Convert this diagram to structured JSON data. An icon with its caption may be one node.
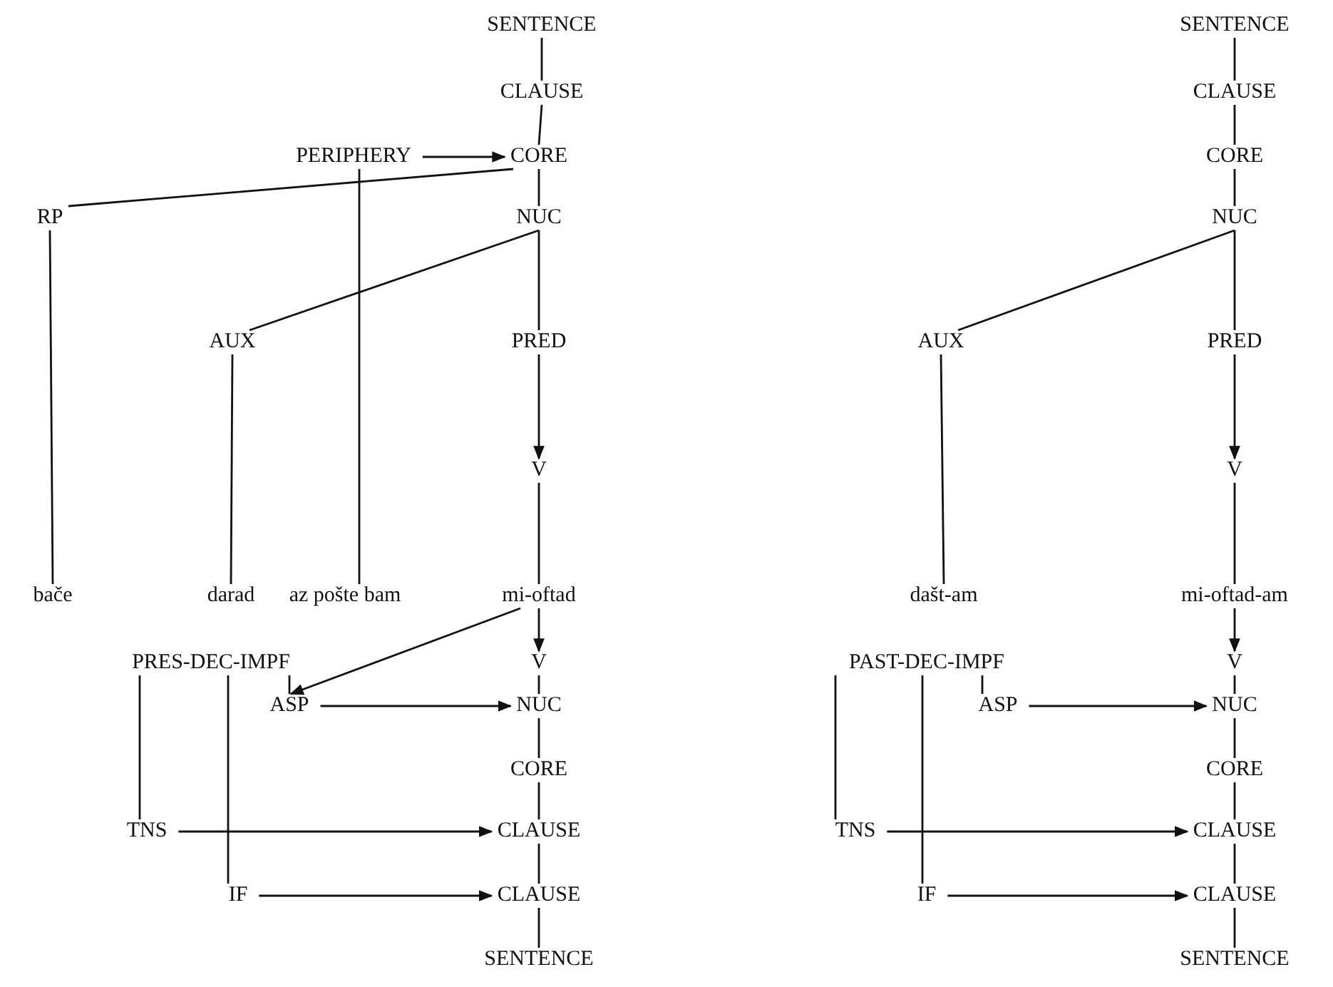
{
  "diagram": {
    "nodes": [
      {
        "text": [
          "SENTENCE"
        ]
      },
      {
        "text": [
          "CLAUSE"
        ]
      },
      {
        "text": [
          "PERIPHERY"
        ]
      },
      {
        "text": [
          "CORE"
        ]
      },
      {
        "text": [
          "RP"
        ]
      },
      {
        "text": [
          "NUC"
        ]
      },
      {
        "text": [
          "AUX"
        ]
      },
      {
        "text": [
          "PRED"
        ]
      },
      {
        "text": [
          "V"
        ]
      },
      {
        "text": [
          "bače"
        ]
      },
      {
        "text": [
          "darad"
        ]
      },
      {
        "text": [
          "az pošte bam"
        ]
      },
      {
        "text": [
          "mi-oftad"
        ]
      },
      {
        "text": [
          "PRES-DEC-IMPF"
        ]
      },
      {
        "text": [
          "V"
        ]
      },
      {
        "text": [
          "ASP"
        ]
      },
      {
        "text": [
          "NUC"
        ]
      },
      {
        "text": [
          "CORE"
        ]
      },
      {
        "text": [
          "TNS"
        ]
      },
      {
        "text": [
          "CLAUSE"
        ]
      },
      {
        "text": [
          "IF"
        ]
      },
      {
        "text": [
          "CLAUSE"
        ]
      },
      {
        "text": [
          "SENTENCE"
        ]
      },
      {
        "text": [
          "SENTENCE"
        ]
      },
      {
        "text": [
          "CLAUSE"
        ]
      },
      {
        "text": [
          "CORE"
        ]
      },
      {
        "text": [
          "NUC"
        ]
      },
      {
        "text": [
          "AUX"
        ]
      },
      {
        "text": [
          "PRED"
        ]
      },
      {
        "text": [
          "V"
        ]
      },
      {
        "text": [
          "dašt-am"
        ]
      },
      {
        "text": [
          "mi-oftad-am"
        ]
      },
      {
        "text": [
          "PAST-DEC-IMPF"
        ]
      },
      {
        "text": [
          "V"
        ]
      },
      {
        "text": [
          "ASP"
        ]
      },
      {
        "text": [
          "NUC"
        ]
      },
      {
        "text": [
          "CORE"
        ]
      },
      {
        "text": [
          "TNS"
        ]
      },
      {
        "text": [
          "CLAUSE"
        ]
      },
      {
        "text": [
          "IF"
        ]
      },
      {
        "text": [
          "CLAUSE"
        ]
      },
      {
        "text": [
          "SENTENCE"
        ]
      }
    ],
    "edges": [
      {
        "from": 0,
        "to": 1,
        "arrow": "none"
      },
      {
        "from": 1,
        "to": 3,
        "arrow": "none"
      },
      {
        "from": 2,
        "to": 3,
        "arrow": "to"
      },
      {
        "from": 3,
        "to": 4,
        "arrow": "none"
      },
      {
        "from": 3,
        "to": 5,
        "arrow": "none"
      },
      {
        "from": 5,
        "to": 6,
        "arrow": "none"
      },
      {
        "from": 5,
        "to": 7,
        "arrow": "none"
      },
      {
        "from": 7,
        "to": 8,
        "arrow": "to"
      },
      {
        "from": 4,
        "to": 9,
        "arrow": "none"
      },
      {
        "from": 6,
        "to": 10,
        "arrow": "none"
      },
      {
        "from": 2,
        "to": 11,
        "arrow": "none"
      },
      {
        "from": 8,
        "to": 12,
        "arrow": "none"
      },
      {
        "from": 12,
        "to": 15,
        "arrow": "to"
      },
      {
        "from": 12,
        "to": 14,
        "arrow": "to"
      },
      {
        "from": 13,
        "to": 15,
        "arrow": "none"
      },
      {
        "from": 13,
        "to": 18,
        "arrow": "none"
      },
      {
        "from": 13,
        "to": 20,
        "arrow": "none"
      },
      {
        "from": 14,
        "to": 16,
        "arrow": "none"
      },
      {
        "from": 15,
        "to": 16,
        "arrow": "to"
      },
      {
        "from": 16,
        "to": 17,
        "arrow": "none"
      },
      {
        "from": 17,
        "to": 19,
        "arrow": "none"
      },
      {
        "from": 18,
        "to": 19,
        "arrow": "to"
      },
      {
        "from": 19,
        "to": 21,
        "arrow": "none"
      },
      {
        "from": 20,
        "to": 21,
        "arrow": "to"
      },
      {
        "from": 21,
        "to": 22,
        "arrow": "none"
      },
      {
        "from": 23,
        "to": 24,
        "arrow": "none"
      },
      {
        "from": 24,
        "to": 25,
        "arrow": "none"
      },
      {
        "from": 25,
        "to": 26,
        "arrow": "none"
      },
      {
        "from": 26,
        "to": 27,
        "arrow": "none"
      },
      {
        "from": 26,
        "to": 28,
        "arrow": "none"
      },
      {
        "from": 28,
        "to": 29,
        "arrow": "to"
      },
      {
        "from": 27,
        "to": 30,
        "arrow": "none"
      },
      {
        "from": 29,
        "to": 31,
        "arrow": "none"
      },
      {
        "from": 31,
        "to": 33,
        "arrow": "to"
      },
      {
        "from": 32,
        "to": 34,
        "arrow": "none"
      },
      {
        "from": 32,
        "to": 37,
        "arrow": "none"
      },
      {
        "from": 32,
        "to": 39,
        "arrow": "none"
      },
      {
        "from": 33,
        "to": 35,
        "arrow": "none"
      },
      {
        "from": 34,
        "to": 35,
        "arrow": "to"
      },
      {
        "from": 35,
        "to": 36,
        "arrow": "none"
      },
      {
        "from": 36,
        "to": 38,
        "arrow": "none"
      },
      {
        "from": 37,
        "to": 38,
        "arrow": "to"
      },
      {
        "from": 38,
        "to": 40,
        "arrow": "none"
      },
      {
        "from": 39,
        "to": 40,
        "arrow": "to"
      },
      {
        "from": 40,
        "to": 41,
        "arrow": "none"
      }
    ]
  }
}
